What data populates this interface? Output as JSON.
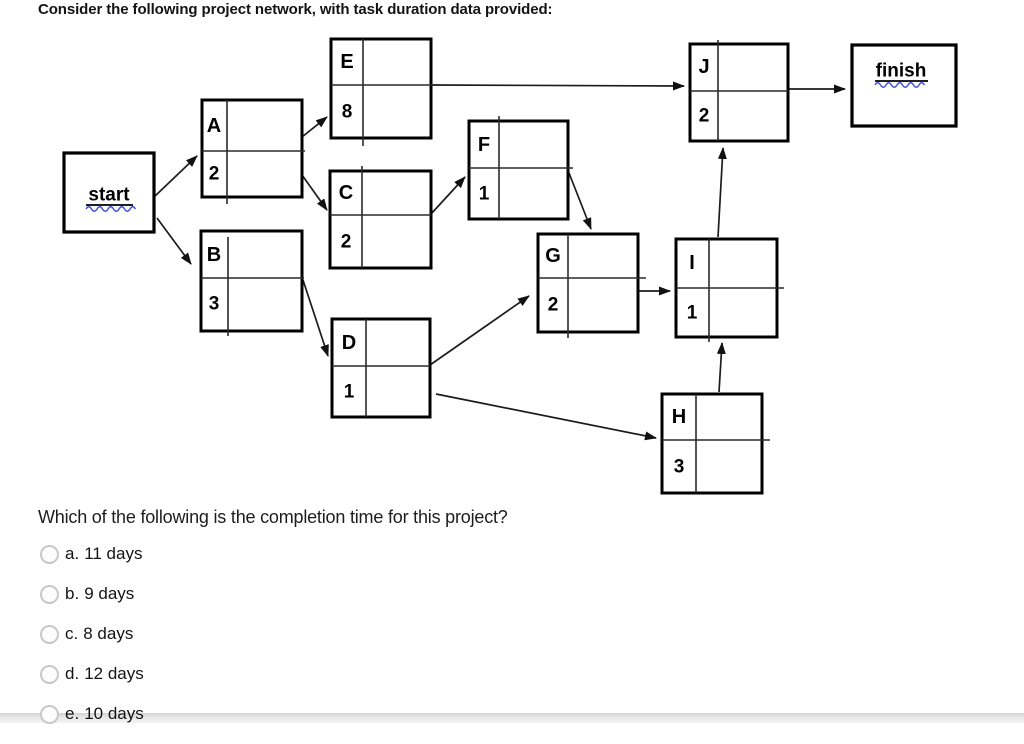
{
  "page": {
    "title": "Consider the following project network, with task duration data provided:"
  },
  "network": {
    "start_label": "start",
    "finish_label": "finish",
    "nodes": [
      {
        "id": "A",
        "label": "A",
        "duration": "2"
      },
      {
        "id": "B",
        "label": "B",
        "duration": "3"
      },
      {
        "id": "C",
        "label": "C",
        "duration": "2"
      },
      {
        "id": "D",
        "label": "D",
        "duration": "1"
      },
      {
        "id": "E",
        "label": "E",
        "duration": "8"
      },
      {
        "id": "F",
        "label": "F",
        "duration": "1"
      },
      {
        "id": "G",
        "label": "G",
        "duration": "2"
      },
      {
        "id": "H",
        "label": "H",
        "duration": "3"
      },
      {
        "id": "I",
        "label": "I",
        "duration": "1"
      },
      {
        "id": "J",
        "label": "J",
        "duration": "2"
      }
    ],
    "edges": [
      {
        "from": "start",
        "to": "A"
      },
      {
        "from": "start",
        "to": "B"
      },
      {
        "from": "A",
        "to": "E"
      },
      {
        "from": "A",
        "to": "C"
      },
      {
        "from": "B",
        "to": "D"
      },
      {
        "from": "C",
        "to": "F"
      },
      {
        "from": "E",
        "to": "J"
      },
      {
        "from": "F",
        "to": "G"
      },
      {
        "from": "D",
        "to": "G"
      },
      {
        "from": "D",
        "to": "H"
      },
      {
        "from": "G",
        "to": "I"
      },
      {
        "from": "H",
        "to": "I"
      },
      {
        "from": "I",
        "to": "J"
      },
      {
        "from": "J",
        "to": "finish"
      }
    ]
  },
  "question": {
    "text": "Which of the following is the completion time for this project?",
    "options": [
      {
        "letter": "a.",
        "text": "11 days"
      },
      {
        "letter": "b.",
        "text": "9 days"
      },
      {
        "letter": "c.",
        "text": "8 days"
      },
      {
        "letter": "d.",
        "text": "12 days"
      },
      {
        "letter": "e.",
        "text": "10 days"
      }
    ]
  },
  "colors": {
    "squiggle_blue": "#3f51d6",
    "diagram_ink": "#000000",
    "radio_border": "#c8c8c8"
  }
}
